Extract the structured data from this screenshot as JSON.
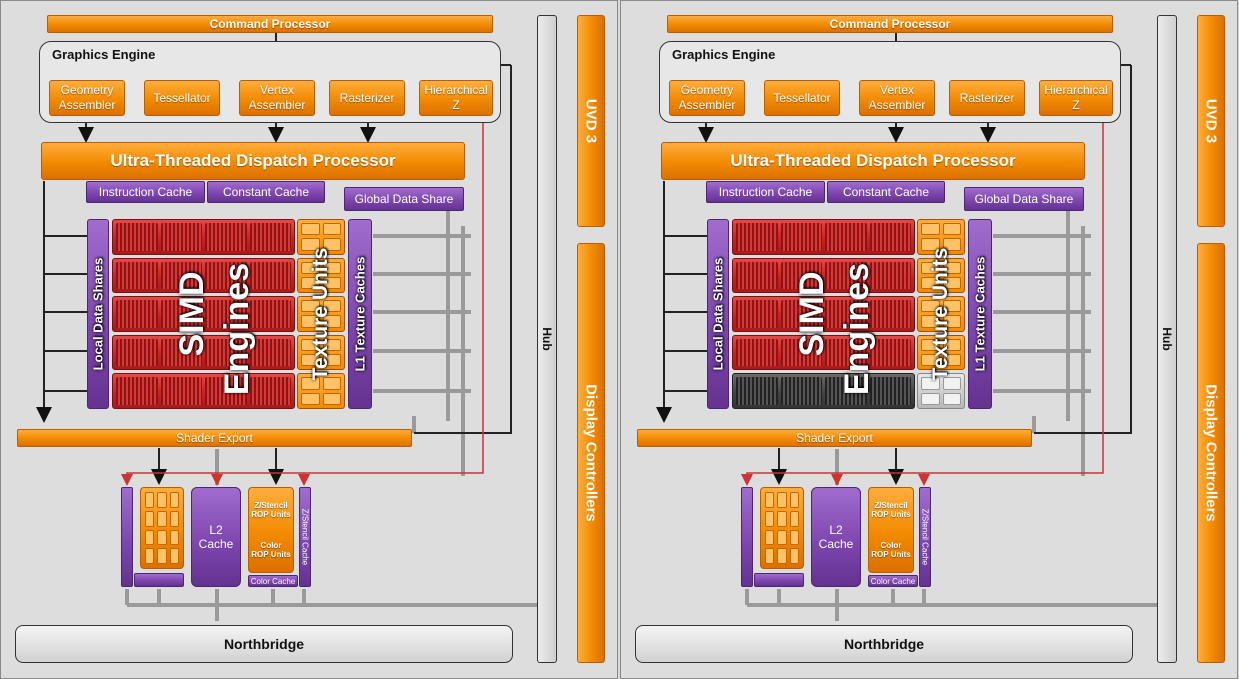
{
  "panels": [
    {
      "id": "left",
      "command_processor": "Command Processor",
      "graphics_engine": {
        "title": "Graphics Engine",
        "units": [
          "Geometry Assembler",
          "Tessellator",
          "Vertex Assembler",
          "Rasterizer",
          "Hierarchical Z"
        ]
      },
      "dispatch": "Ultra-Threaded Dispatch Processor",
      "instruction_cache": "Instruction Cache",
      "constant_cache": "Constant Cache",
      "global_data_share": "Global Data Share",
      "local_data_shares": "Local Data Shares",
      "simd_engines": [
        "SIMD",
        "Engines"
      ],
      "simd_rows_active": 5,
      "texture_units": "Texture Units",
      "l1_texture_caches": "L1 Texture Caches",
      "shader_export": "Shader Export",
      "l2_cache": [
        "L2",
        "Cache"
      ],
      "z_stencil_rop": [
        "Z/Stencil",
        "ROP Units"
      ],
      "color_rop": [
        "Color",
        "ROP Units"
      ],
      "color_cache": "Color Cache",
      "z_stencil_cache": "Z/Stencil Cache",
      "hub": "Hub",
      "northbridge": "Northbridge",
      "uvd": "UVD 3",
      "display_controllers": "Display Controllers"
    },
    {
      "id": "right",
      "command_processor": "Command Processor",
      "graphics_engine": {
        "title": "Graphics Engine",
        "units": [
          "Geometry Assembler",
          "Tessellator",
          "Vertex Assembler",
          "Rasterizer",
          "Hierarchical Z"
        ]
      },
      "dispatch": "Ultra-Threaded Dispatch Processor",
      "instruction_cache": "Instruction Cache",
      "constant_cache": "Constant Cache",
      "global_data_share": "Global Data Share",
      "local_data_shares": "Local Data Shares",
      "simd_engines": [
        "SIMD",
        "Engines"
      ],
      "simd_rows_active": 4,
      "texture_units": "Texture Units",
      "l1_texture_caches": "L1 Texture Caches",
      "shader_export": "Shader Export",
      "l2_cache": [
        "L2",
        "Cache"
      ],
      "z_stencil_rop": [
        "Z/Stencil",
        "ROP Units"
      ],
      "color_rop": [
        "Color",
        "ROP Units"
      ],
      "color_cache": "Color Cache",
      "z_stencil_cache": "Z/Stencil Cache",
      "hub": "Hub",
      "northbridge": "Northbridge",
      "uvd": "UVD 3",
      "display_controllers": "Display Controllers"
    }
  ],
  "colors": {
    "orange": "#f28a00",
    "purple": "#7b44ad",
    "simd_red": "#c52424",
    "disabled_gray": "#444444",
    "red_line": "#cc3333",
    "bus_gray": "#9a9a9a"
  }
}
